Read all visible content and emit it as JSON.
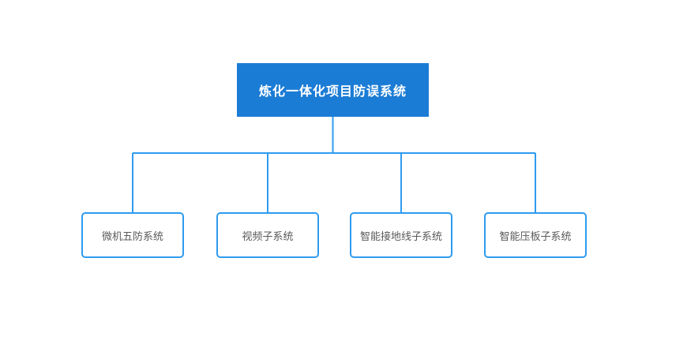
{
  "diagram": {
    "root": {
      "label": "炼化一体化项目防误系统"
    },
    "children": [
      {
        "label": "微机五防系统"
      },
      {
        "label": "视频子系统"
      },
      {
        "label": "智能接地线子系统"
      },
      {
        "label": "智能压板子系统"
      }
    ]
  },
  "colors": {
    "root_fill": "#1b7cd5",
    "root_text": "#ffffff",
    "connector": "#2e9bf0",
    "child_border": "#2e9bf0",
    "child_text": "#595959",
    "background": "#ffffff"
  }
}
